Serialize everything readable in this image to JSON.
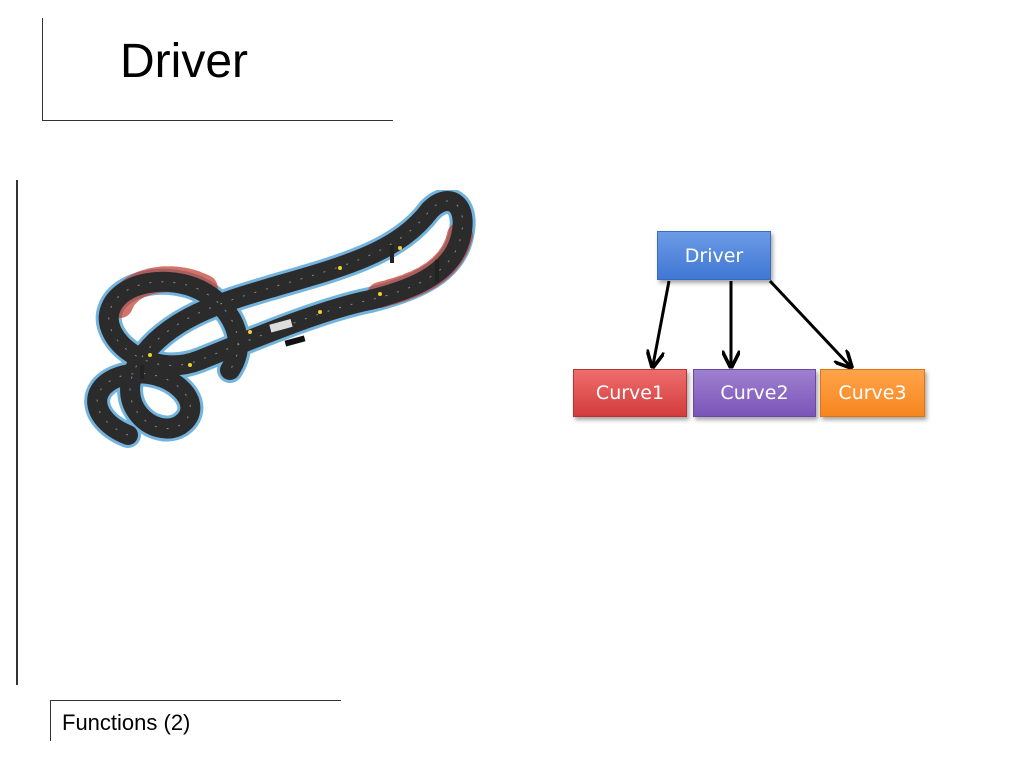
{
  "slide": {
    "title": "Driver",
    "footer": "Functions (2)"
  },
  "diagram": {
    "root": {
      "label": "Driver",
      "color": "#4a7fd8"
    },
    "children": [
      {
        "label": "Curve1",
        "color": "#e04b4b"
      },
      {
        "label": "Curve2",
        "color": "#8661c1"
      },
      {
        "label": "Curve3",
        "color": "#f79234"
      }
    ]
  },
  "image": {
    "subject": "slot-car-race-track"
  }
}
